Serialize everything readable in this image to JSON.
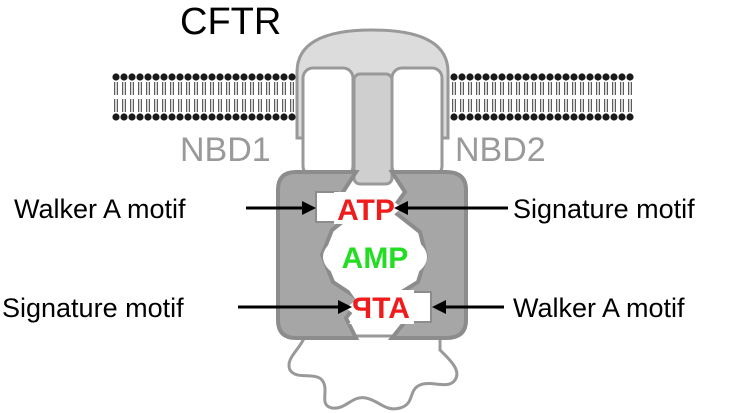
{
  "title": "CFTR",
  "domains": {
    "left": "NBD1",
    "right": "NBD2"
  },
  "sites": {
    "top": "ATP",
    "middle": "AMP",
    "bottom": "ATP"
  },
  "motifs": {
    "top_left": "Walker A motif",
    "top_right": "Signature motif",
    "bottom_left": "Signature motif",
    "bottom_right": "Walker A motif"
  },
  "colors": {
    "atp": "#ee1c1c",
    "amp": "#22dd22",
    "domain_fill": "#a6a6a6",
    "domain_stroke": "#8c8c8c",
    "tm_fill": "#cfcfcf",
    "label_gray": "#9a9a9a"
  }
}
